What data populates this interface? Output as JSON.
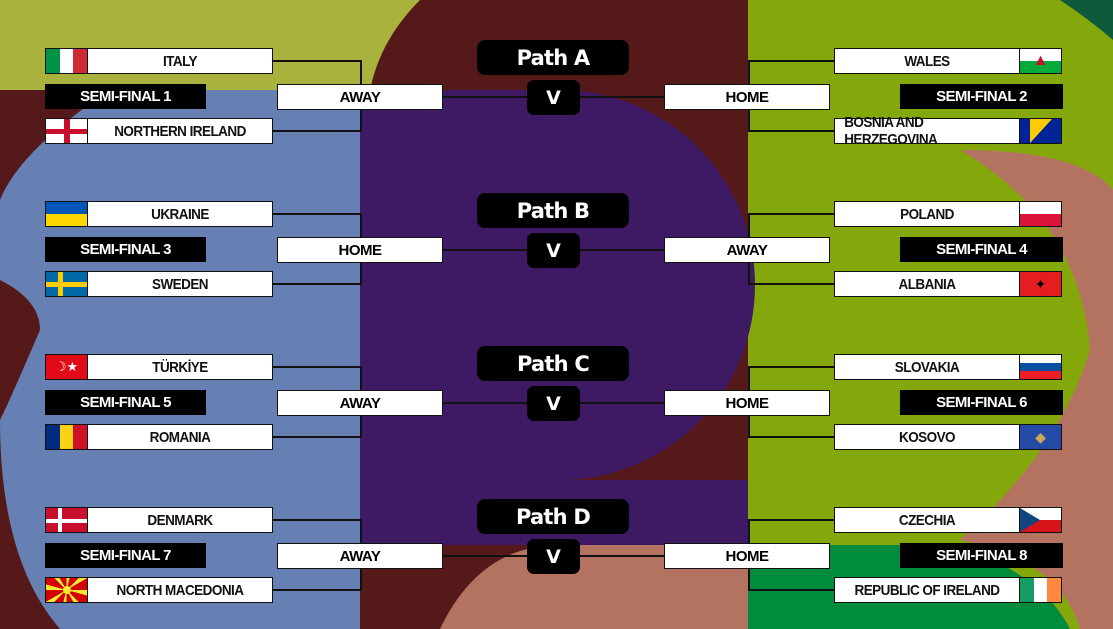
{
  "colors": {
    "olive": "#a8b23c",
    "maroon": "#55191a",
    "blue": "#6680b4",
    "purple": "#3d1a63",
    "green": "#84a80b",
    "pink": "#b47360",
    "darkgreen": "#008c3c"
  },
  "paths": [
    {
      "label": "Path A",
      "vs": "V",
      "left": {
        "top": {
          "name": "ITALY",
          "flag": "italy-flag"
        },
        "semi": "SEMI-FINAL 1",
        "bottom": {
          "name": "NORTHERN IRELAND",
          "flag": "northern-ireland-flag"
        },
        "venue": "AWAY"
      },
      "right": {
        "top": {
          "name": "WALES",
          "flag": "wales-flag"
        },
        "semi": "SEMI-FINAL 2",
        "bottom": {
          "name": "BOSNIA AND HERZEGOVINA",
          "flag": "bosnia-flag"
        },
        "venue": "HOME"
      }
    },
    {
      "label": "Path B",
      "vs": "V",
      "left": {
        "top": {
          "name": "UKRAINE",
          "flag": "ukraine-flag"
        },
        "semi": "SEMI-FINAL 3",
        "bottom": {
          "name": "SWEDEN",
          "flag": "sweden-flag"
        },
        "venue": "HOME"
      },
      "right": {
        "top": {
          "name": "POLAND",
          "flag": "poland-flag"
        },
        "semi": "SEMI-FINAL 4",
        "bottom": {
          "name": "ALBANIA",
          "flag": "albania-flag"
        },
        "venue": "AWAY"
      }
    },
    {
      "label": "Path C",
      "vs": "V",
      "left": {
        "top": {
          "name": "TÜRKİYE",
          "flag": "turkiye-flag"
        },
        "semi": "SEMI-FINAL 5",
        "bottom": {
          "name": "ROMANIA",
          "flag": "romania-flag"
        },
        "venue": "AWAY"
      },
      "right": {
        "top": {
          "name": "SLOVAKIA",
          "flag": "slovakia-flag"
        },
        "semi": "SEMI-FINAL 6",
        "bottom": {
          "name": "KOSOVO",
          "flag": "kosovo-flag"
        },
        "venue": "HOME"
      }
    },
    {
      "label": "Path D",
      "vs": "V",
      "left": {
        "top": {
          "name": "DENMARK",
          "flag": "denmark-flag"
        },
        "semi": "SEMI-FINAL 7",
        "bottom": {
          "name": "NORTH MACEDONIA",
          "flag": "north-macedonia-flag"
        },
        "venue": "AWAY"
      },
      "right": {
        "top": {
          "name": "CZECHIA",
          "flag": "czechia-flag"
        },
        "semi": "SEMI-FINAL 8",
        "bottom": {
          "name": "REPUBLIC OF IRELAND",
          "flag": "ireland-flag"
        },
        "venue": "HOME"
      }
    }
  ]
}
